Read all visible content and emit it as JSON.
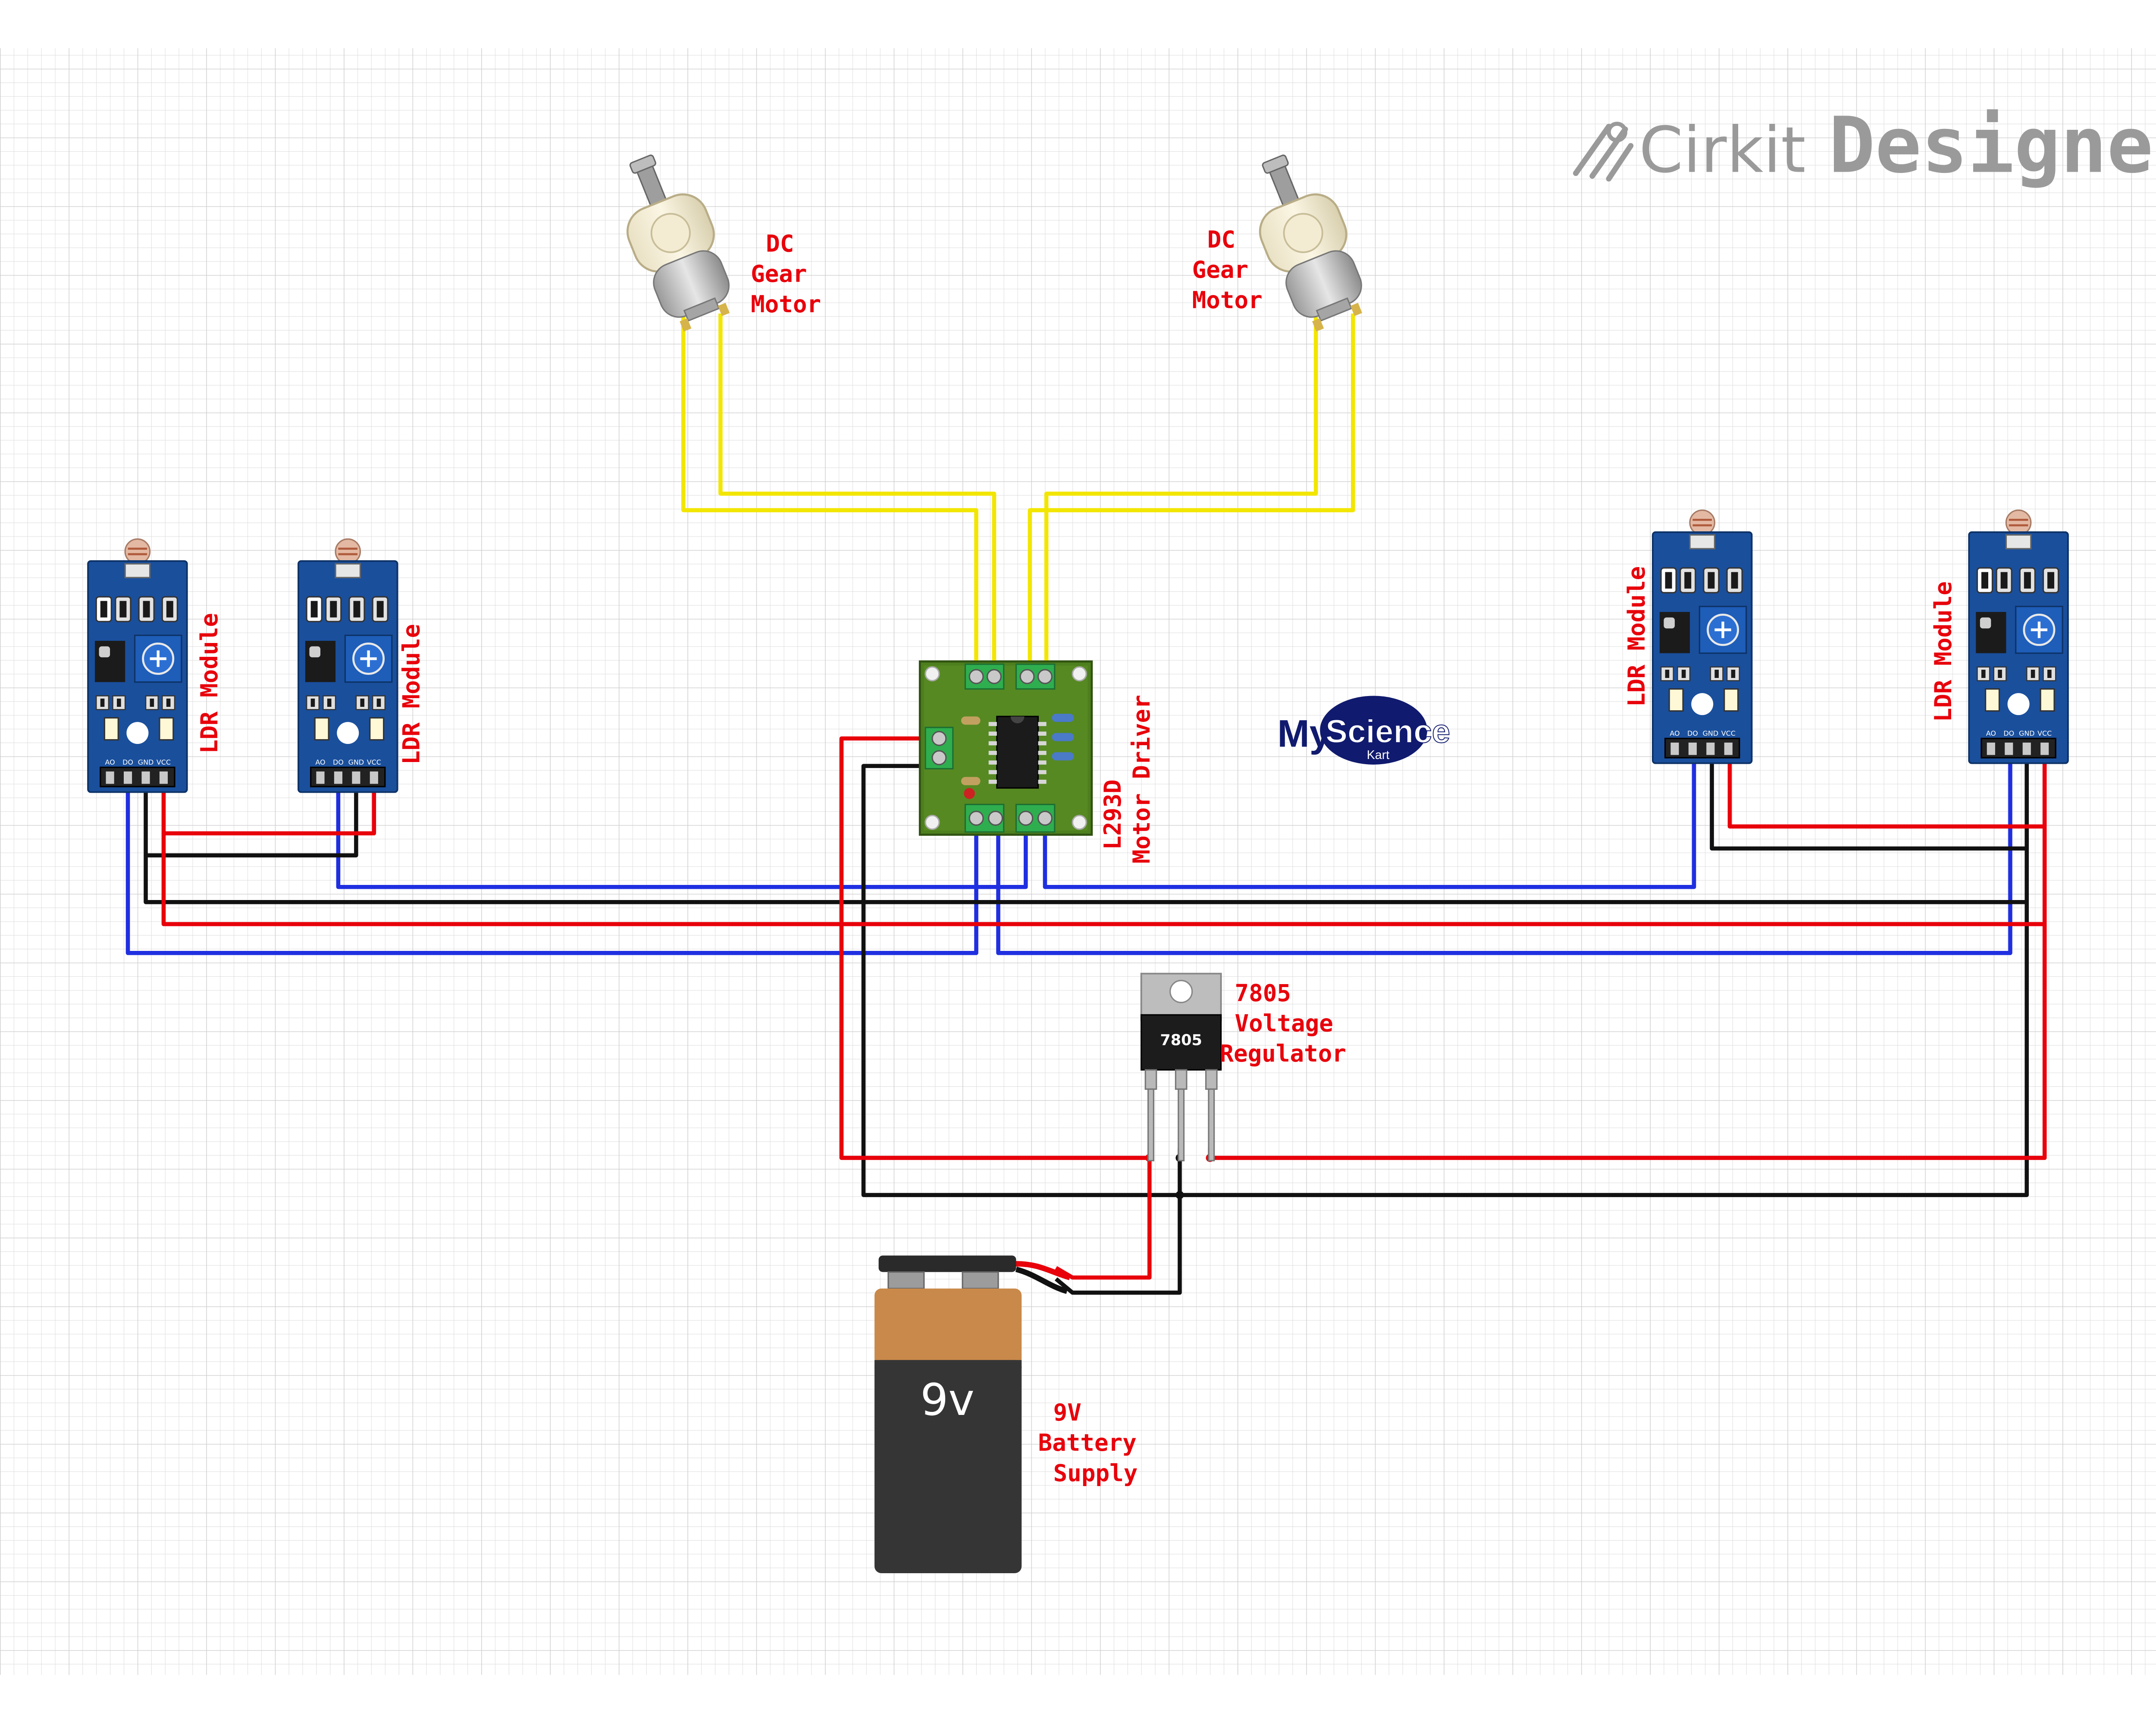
{
  "app": {
    "brand_prefix": "Cirkit",
    "brand_suffix": "Designer"
  },
  "logo": {
    "my": "My",
    "science": "Science",
    "kart": "Kart"
  },
  "components": {
    "motor_left_label": [
      "DC",
      "Gear",
      "Motor"
    ],
    "motor_right_label": [
      "DC",
      "Gear",
      "Motor"
    ],
    "ldr_1_label": "LDR Module",
    "ldr_2_label": "LDR Module",
    "ldr_3_label": "LDR Module",
    "ldr_4_label": "LDR Module",
    "driver_label": [
      "L293D",
      "Motor Driver"
    ],
    "regulator_label": [
      "7805",
      "Voltage",
      "Regulator"
    ],
    "regulator_chip_text": "7805",
    "battery_label": [
      "9V",
      "Battery",
      "Supply"
    ],
    "battery_text": "9v",
    "ldr_pins": [
      "AO",
      "DO",
      "GND",
      "VCC"
    ]
  },
  "wire_colors": {
    "power": "#e8000b",
    "ground": "#111111",
    "signal": "#1f2fe0",
    "motor": "#f2e600"
  }
}
